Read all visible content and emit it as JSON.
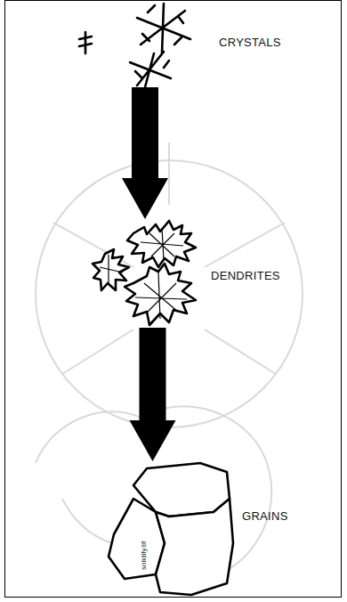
{
  "diagram": {
    "nodes": [
      {
        "text": [
          "CRYSTALS"
        ]
      },
      {
        "text": [
          "DENDRITES"
        ]
      },
      {
        "text": [
          "GRAINS"
        ]
      }
    ],
    "edges": [
      {
        "from": 0,
        "to": 1,
        "arrow": "to"
      },
      {
        "from": 1,
        "to": 2,
        "arrow": "to"
      }
    ],
    "labels": [
      "solidify.tif"
    ]
  }
}
